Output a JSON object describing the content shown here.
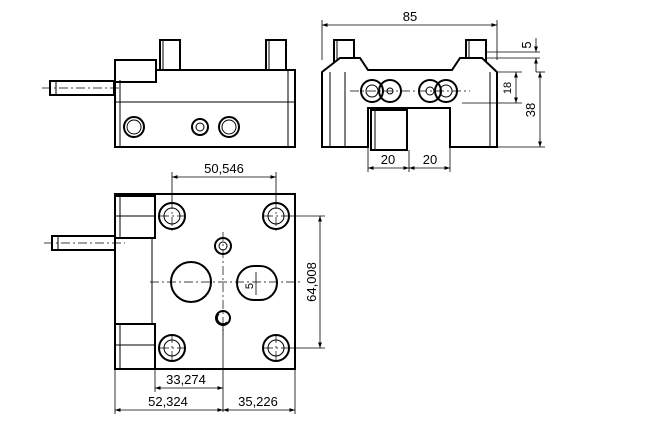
{
  "dimensions": {
    "top_width": "85",
    "top_right_small": "5",
    "right_18": "18",
    "right_38": "38",
    "bottom_left_20": "20",
    "bottom_right_20": "20",
    "hole_spacing": "50,546",
    "vertical_spacing": "64,008",
    "offset_33": "33,274",
    "offset_52": "52,324",
    "offset_35": "35,226",
    "slot_label": "5"
  }
}
